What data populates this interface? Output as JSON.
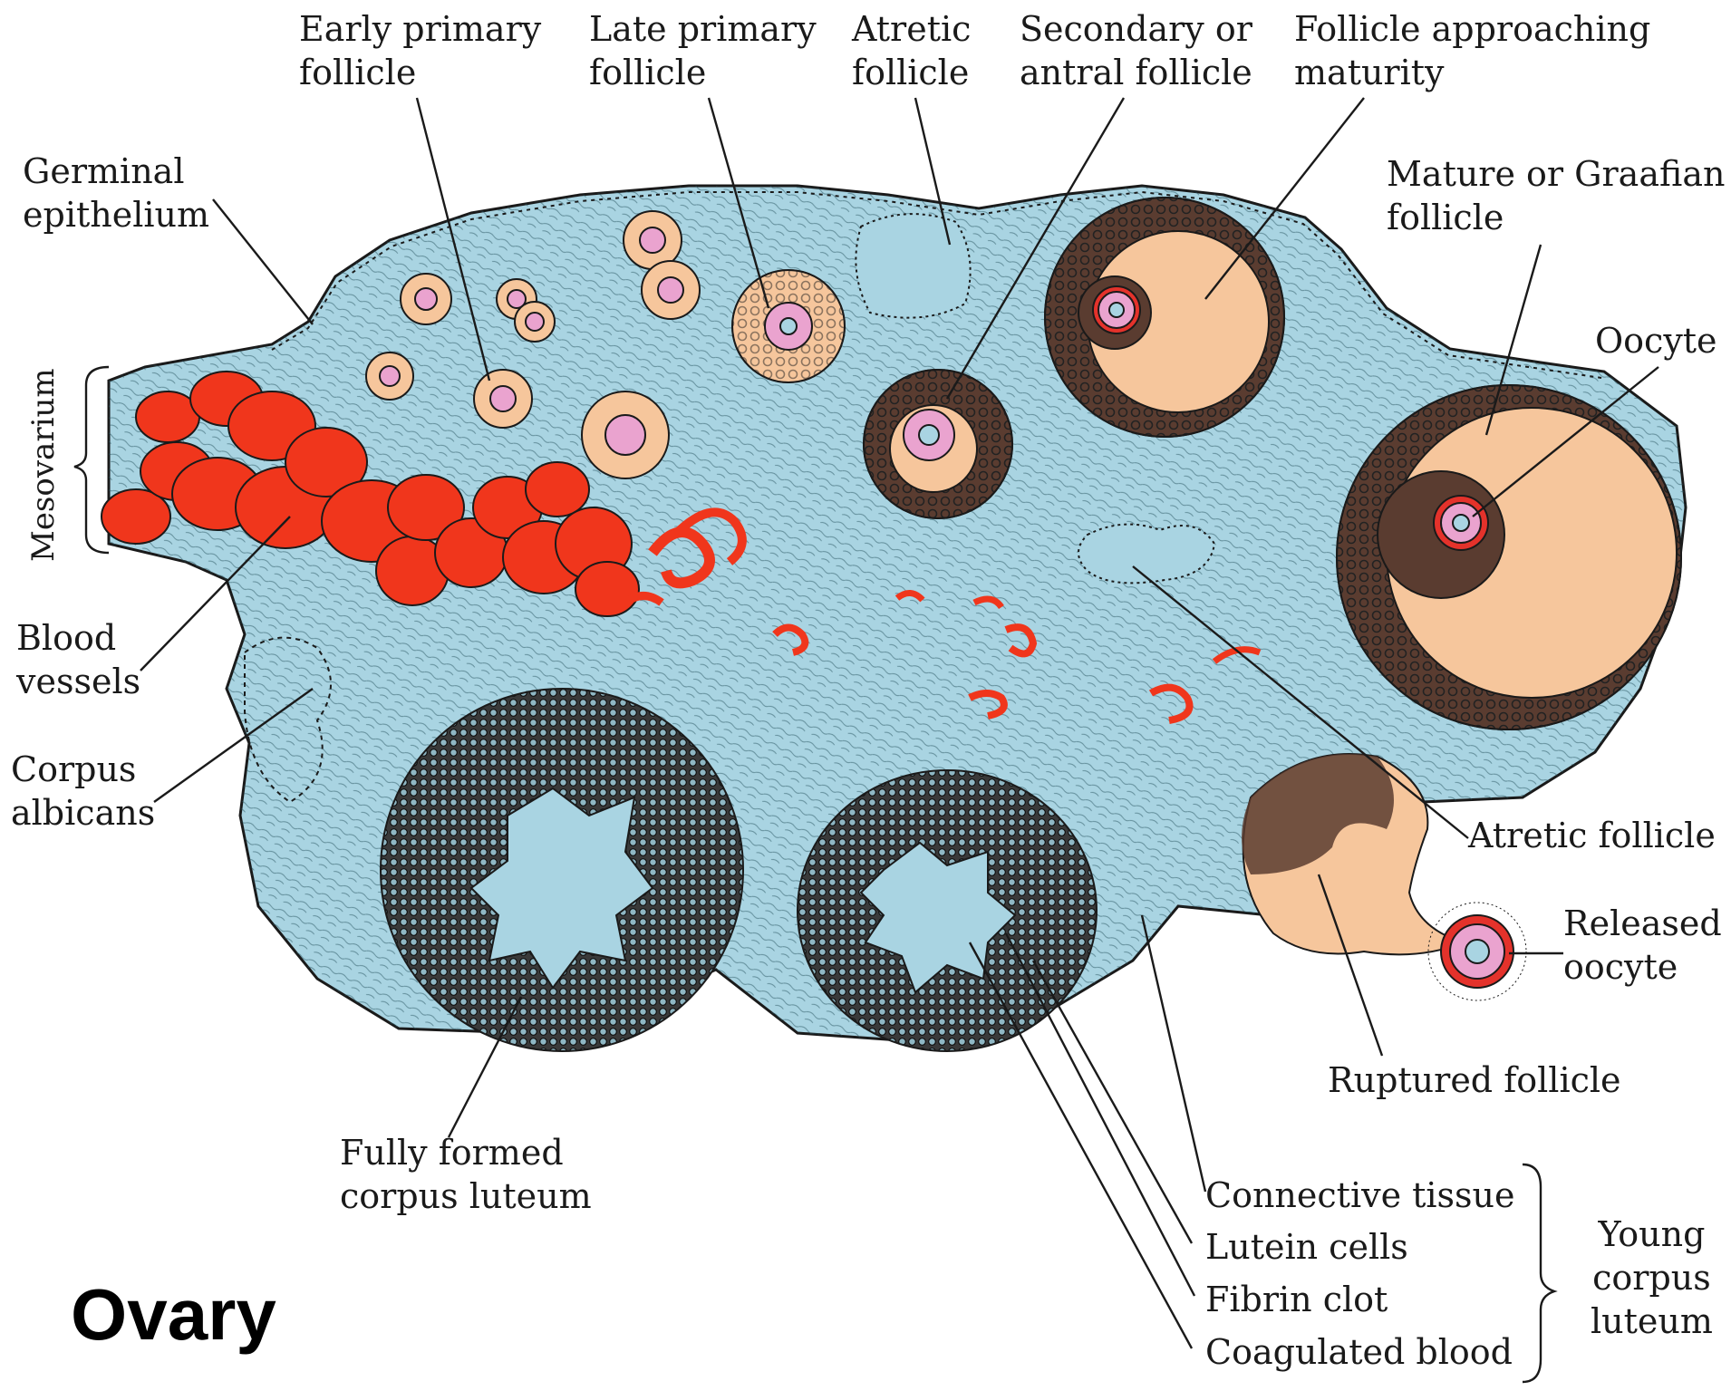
{
  "title": "Ovary",
  "labels": {
    "early_primary": [
      "Early primary",
      "follicle"
    ],
    "late_primary": [
      "Late primary",
      "follicle"
    ],
    "atretic_top": [
      "Atretic",
      "follicle"
    ],
    "secondary": [
      "Secondary or",
      "antral follicle"
    ],
    "approaching": [
      "Follicle approaching",
      "maturity"
    ],
    "germinal": [
      "Germinal",
      "epithelium"
    ],
    "graafian": [
      "Mature or Graafian",
      "follicle"
    ],
    "oocyte": "Oocyte",
    "mesovarium": "Mesovarium",
    "blood": [
      "Blood",
      "vessels"
    ],
    "albicans": [
      "Corpus",
      "albicans"
    ],
    "atretic_right": "Atretic follicle",
    "released": [
      "Released",
      "oocyte"
    ],
    "ruptured": "Ruptured follicle",
    "full_cl": [
      "Fully formed",
      "corpus luteum"
    ],
    "connective": "Connective tissue",
    "lutein": "Lutein cells",
    "fibrin": "Fibrin clot",
    "coagulated": "Coagulated blood",
    "young": [
      "Young",
      "corpus",
      "luteum"
    ]
  },
  "colors": {
    "stroma": "#a9d4e2",
    "follicle_fluid": "#f6c69c",
    "oocyte": "#eaa3cf",
    "zona": "#e4322b",
    "vessel": "#f0361c",
    "ink": "#1a1a1a"
  }
}
